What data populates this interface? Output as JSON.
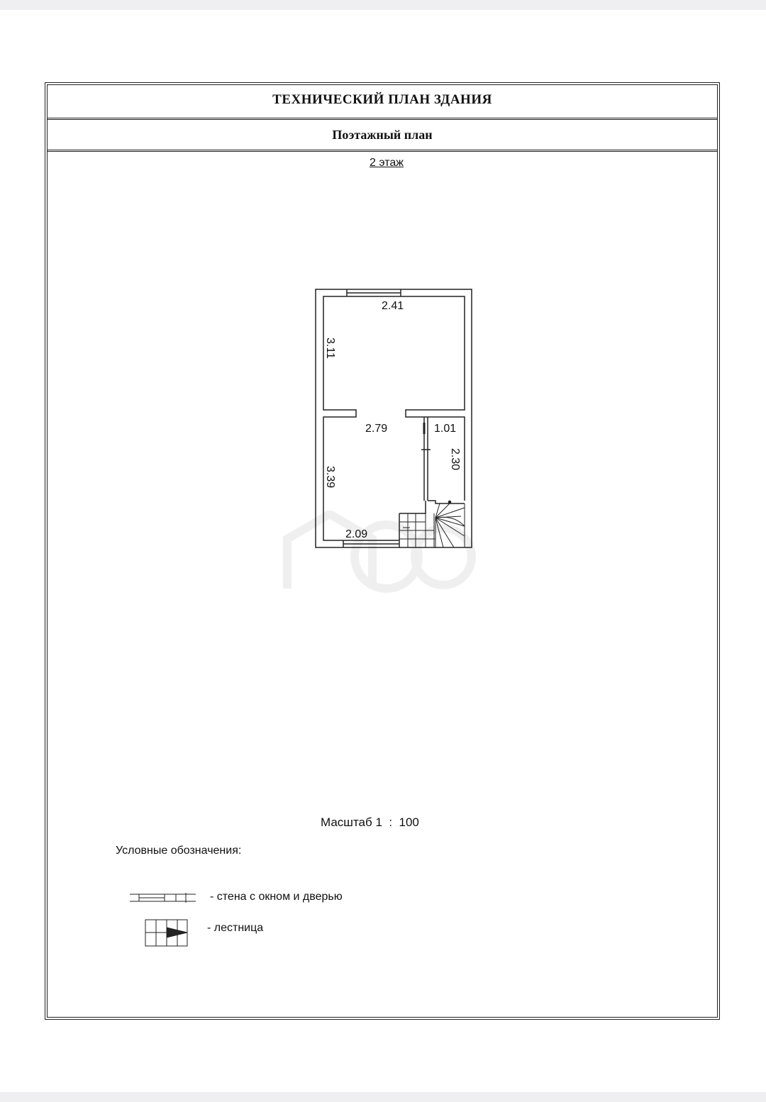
{
  "document": {
    "title": "ТЕХНИЧЕСКИЙ ПЛАН ЗДАНИЯ",
    "subtitle": "Поэтажный план",
    "floor_label": "2 этаж"
  },
  "plan": {
    "dimensions": {
      "top_room_width": "2.41",
      "top_room_depth": "3.11",
      "bottom_room_width": "2.79",
      "bottom_room_depth": "3.39",
      "small_room_width": "1.01",
      "small_room_depth": "2.30",
      "bottom_wall_length": "2.09"
    }
  },
  "scale": {
    "label": "Масштаб 1  :  100"
  },
  "legend": {
    "title": "Условные обозначения:",
    "items": [
      {
        "label": "- стена с окном и дверью",
        "icon": "wall-window-door-icon"
      },
      {
        "label": "- лестница",
        "icon": "stair-icon"
      }
    ]
  },
  "colors": {
    "line": "#222222",
    "background": "#ffffff",
    "page_strip": "#efeff1"
  }
}
